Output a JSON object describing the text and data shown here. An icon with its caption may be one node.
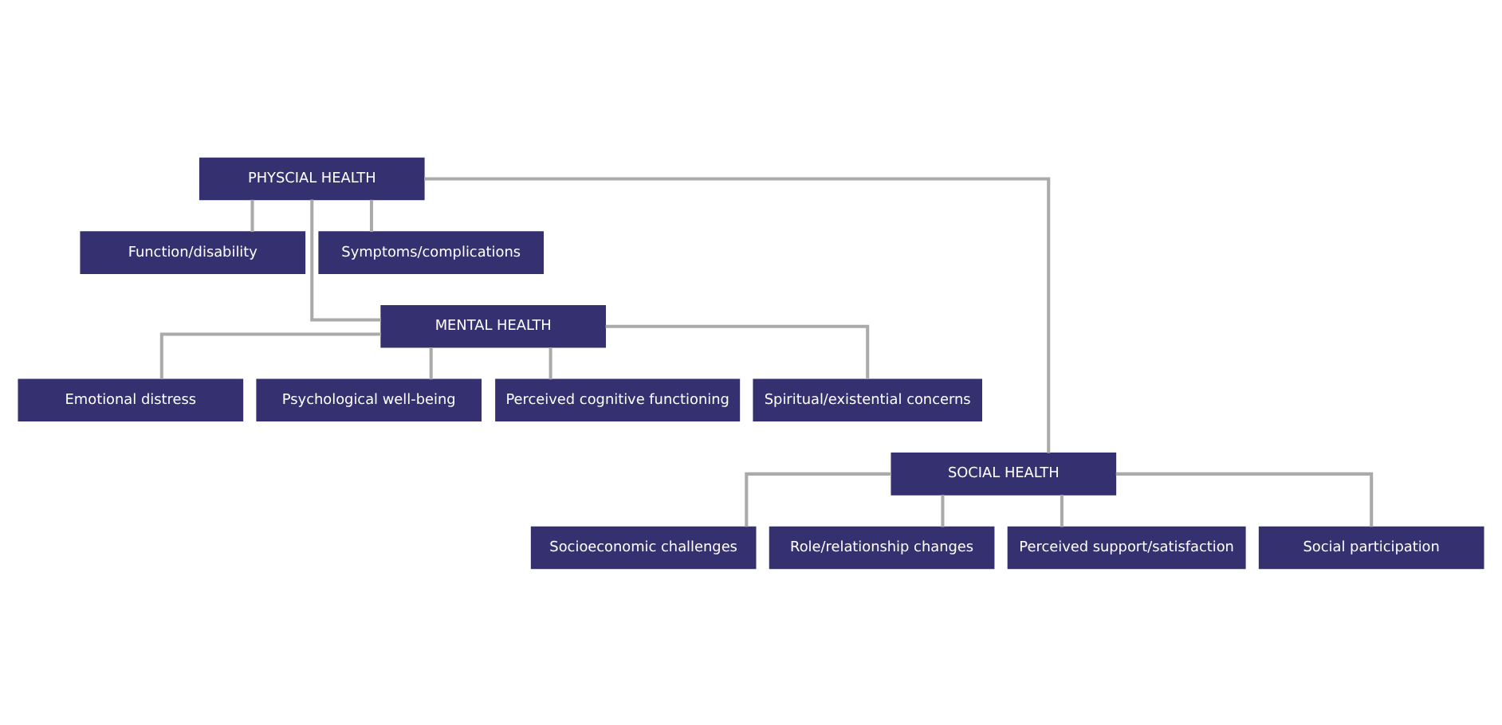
{
  "diagram": {
    "nodes": [
      {
        "text": [
          "PHYSCIAL HEALTH"
        ]
      },
      {
        "text": [
          "Function/disability"
        ]
      },
      {
        "text": [
          "Symptoms/complications"
        ]
      },
      {
        "text": [
          "MENTAL HEALTH"
        ]
      },
      {
        "text": [
          "Emotional distress"
        ]
      },
      {
        "text": [
          "Psychological well-being"
        ]
      },
      {
        "text": [
          "Perceived cognitive functioning"
        ]
      },
      {
        "text": [
          "Spiritual/existential concerns"
        ]
      },
      {
        "text": [
          "SOCIAL HEALTH"
        ]
      },
      {
        "text": [
          "Socioeconomic challenges"
        ]
      },
      {
        "text": [
          "Role/relationship changes"
        ]
      },
      {
        "text": [
          "Perceived support/satisfaction"
        ]
      },
      {
        "text": [
          "Social participation"
        ]
      }
    ],
    "edges": [
      {
        "from": 0,
        "to": 1,
        "arrow": "none"
      },
      {
        "from": 0,
        "to": 2,
        "arrow": "none"
      },
      {
        "from": 0,
        "to": 3,
        "arrow": "none"
      },
      {
        "from": 3,
        "to": 4,
        "arrow": "none"
      },
      {
        "from": 3,
        "to": 5,
        "arrow": "none"
      },
      {
        "from": 3,
        "to": 6,
        "arrow": "none"
      },
      {
        "from": 3,
        "to": 7,
        "arrow": "none"
      },
      {
        "from": 0,
        "to": 8,
        "arrow": "none"
      },
      {
        "from": 8,
        "to": 9,
        "arrow": "none"
      },
      {
        "from": 8,
        "to": 10,
        "arrow": "none"
      },
      {
        "from": 8,
        "to": 11,
        "arrow": "none"
      },
      {
        "from": 8,
        "to": 12,
        "arrow": "none"
      }
    ]
  }
}
